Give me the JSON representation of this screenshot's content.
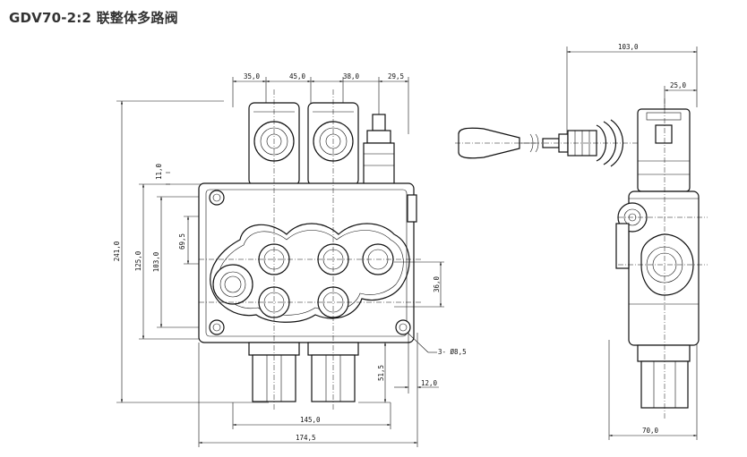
{
  "title": "GDV70-2:2 联整体多路阀",
  "front_view": {
    "dims": {
      "d35": "35,0",
      "d45": "45,0",
      "d38": "38,0",
      "d29": "29,5",
      "d11": "11,0",
      "d241": "241,0",
      "d125": "125,0",
      "d103": "103,0",
      "d69": "69,5",
      "d36": "36,0",
      "d51": "51,5",
      "d12": "12,0",
      "d145": "145,0",
      "d174": "174,5",
      "holes": "3- Ø8,5"
    }
  },
  "side_view": {
    "dims": {
      "d103": "103,0",
      "d25": "25,0",
      "d70": "70,0"
    }
  }
}
